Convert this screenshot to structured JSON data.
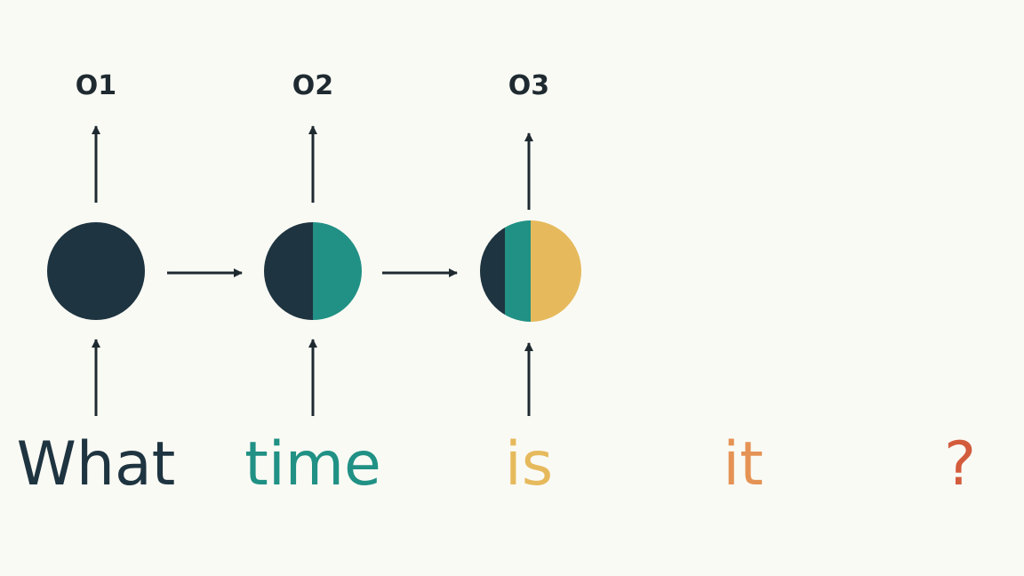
{
  "colors": {
    "background": "#fafaf5",
    "arrow": "#1f2a30",
    "dark": "#1e3440",
    "teal": "#209184",
    "yellow": "#e6ba5c",
    "orange": "#e59355",
    "red": "#d35c3c"
  },
  "outputs": [
    {
      "label": "O1"
    },
    {
      "label": "O2"
    },
    {
      "label": "O3"
    }
  ],
  "words": [
    {
      "text": "What",
      "color": "#1e3440"
    },
    {
      "text": "time",
      "color": "#209184"
    },
    {
      "text": "is",
      "color": "#e6ba5c"
    },
    {
      "text": "it",
      "color": "#e59355"
    },
    {
      "text": "?",
      "color": "#d35c3c"
    }
  ]
}
